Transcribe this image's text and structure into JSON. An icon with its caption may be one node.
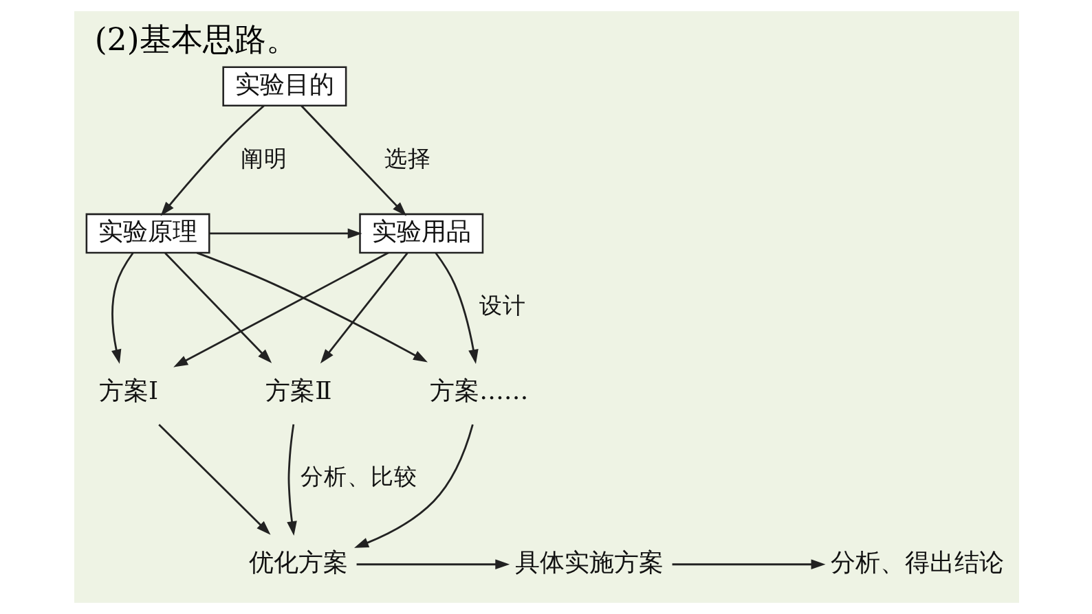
{
  "diagram": {
    "title": "(2)基本思路。",
    "nodes": [
      {
        "text": [
          "实验目的"
        ]
      },
      {
        "text": [
          "实验原理"
        ]
      },
      {
        "text": [
          "实验用品"
        ]
      },
      {
        "text": [
          "方案Ⅰ"
        ]
      },
      {
        "text": [
          "方案Ⅱ"
        ]
      },
      {
        "text": [
          "方案……"
        ]
      },
      {
        "text": [
          "优化方案"
        ]
      },
      {
        "text": [
          "具体实施方案"
        ]
      },
      {
        "text": [
          "分析、得出结论"
        ]
      }
    ],
    "edges": [
      {
        "from": 0,
        "to": 1,
        "arrow": "to",
        "label": "阐明"
      },
      {
        "from": 0,
        "to": 2,
        "arrow": "to",
        "label": "选择"
      },
      {
        "from": 1,
        "to": 2,
        "arrow": "to"
      },
      {
        "from": 1,
        "to": 3,
        "arrow": "to"
      },
      {
        "from": 1,
        "to": 4,
        "arrow": "to"
      },
      {
        "from": 1,
        "to": 5,
        "arrow": "to"
      },
      {
        "from": 2,
        "to": 3,
        "arrow": "to"
      },
      {
        "from": 2,
        "to": 4,
        "arrow": "to"
      },
      {
        "from": 2,
        "to": 5,
        "arrow": "to",
        "label": "设计"
      },
      {
        "from": 3,
        "to": 6,
        "arrow": "to"
      },
      {
        "from": 4,
        "to": 6,
        "arrow": "to",
        "label": "分析、比较"
      },
      {
        "from": 5,
        "to": 6,
        "arrow": "to"
      },
      {
        "from": 6,
        "to": 7,
        "arrow": "to"
      },
      {
        "from": 7,
        "to": 8,
        "arrow": "to"
      }
    ]
  }
}
